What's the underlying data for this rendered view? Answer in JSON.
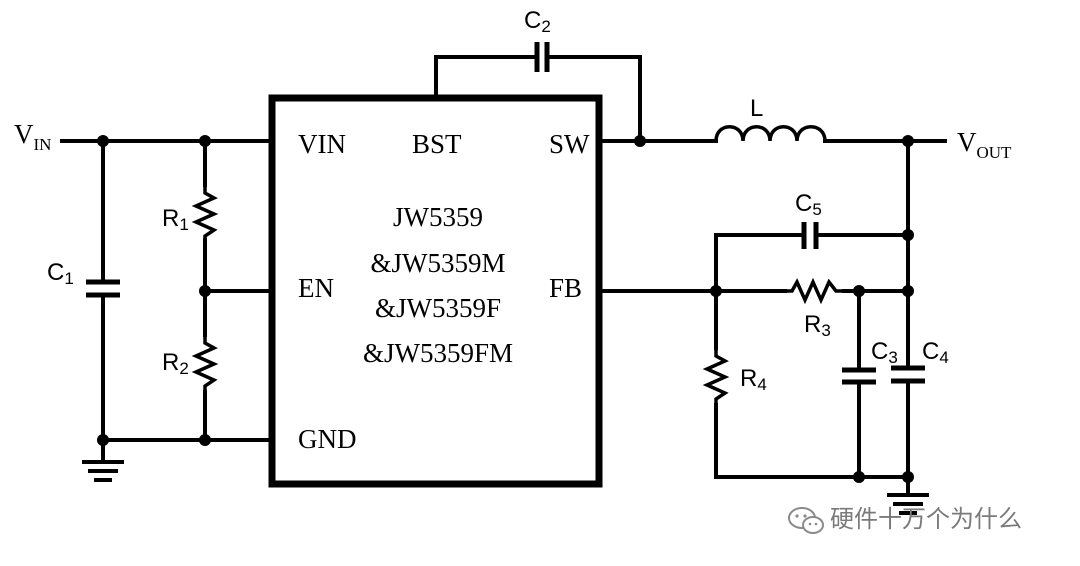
{
  "chip": {
    "names": [
      "JW5359",
      "&JW5359M",
      "&JW5359F",
      "&JW5359FM"
    ],
    "pins": {
      "vin": "VIN",
      "bst": "BST",
      "sw": "SW",
      "en": "EN",
      "fb": "FB",
      "gnd": "GND"
    }
  },
  "components": {
    "c1": {
      "base": "C",
      "sub": "1"
    },
    "c2": {
      "base": "C",
      "sub": "2"
    },
    "c3": {
      "base": "C",
      "sub": "3"
    },
    "c4": {
      "base": "C",
      "sub": "4"
    },
    "c5": {
      "base": "C",
      "sub": "5"
    },
    "r1": {
      "base": "R",
      "sub": "1"
    },
    "r2": {
      "base": "R",
      "sub": "2"
    },
    "r3": {
      "base": "R",
      "sub": "3"
    },
    "r4": {
      "base": "R",
      "sub": "4"
    },
    "l": {
      "base": "L"
    }
  },
  "nets": {
    "vin": {
      "base": "V",
      "sub": "IN"
    },
    "vout": {
      "base": "V",
      "sub": "OUT"
    }
  },
  "watermark": {
    "icon": "wechat-icon",
    "text": "硬件十万个为什么"
  }
}
